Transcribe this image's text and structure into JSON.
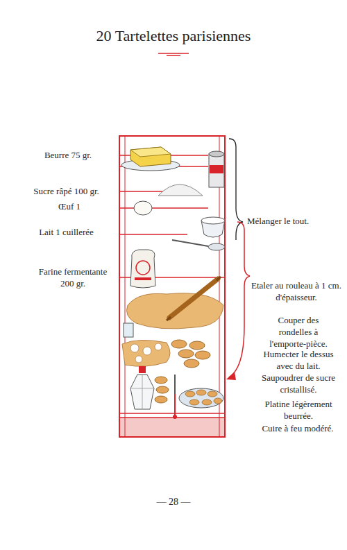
{
  "diagram": {
    "title": "20 Tartelettes parisiennes",
    "labels": [
      "Beurre 75 gr.",
      "Sucre râpé 100 gr.",
      "Œuf 1",
      "Lait 1 cuillerée",
      "Farine fermentante 200 gr.",
      "Mélanger le tout.",
      "Etaler au rouleau à 1 cm. d'épaisseur.",
      "Couper des rondelles à l'emporte-pièce.",
      "Humecter le dessus avec du lait.",
      "Saupoudrer de sucre cristallisé.",
      "Platine légèrement beurrée.",
      "Cuire à feu modéré.",
      "— 28 —"
    ]
  }
}
